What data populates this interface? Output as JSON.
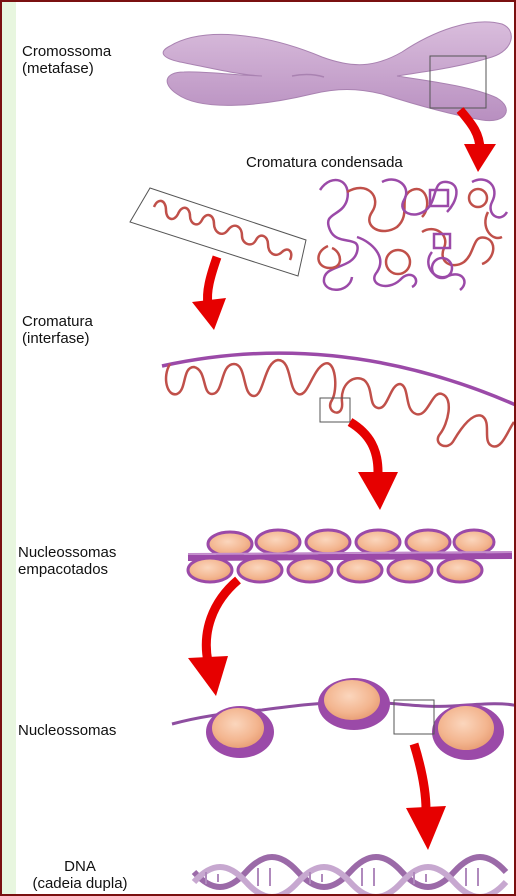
{
  "labels": {
    "chromosome": [
      "Cromossoma",
      "(metafase)"
    ],
    "condensed": "Cromatura condensada",
    "interphase": [
      "Cromatura",
      "(interfase)"
    ],
    "packed": [
      "Nucleossomas",
      "empacotados"
    ],
    "nucleosomes": "Nucleossomas",
    "dna": [
      "DNA",
      "(cadeia dupla)"
    ]
  },
  "colors": {
    "frame": "#7a1010",
    "chromosome": "#c6a3cc",
    "chromatin_loop": "#c0504a",
    "chromatin_purple": "#9b4aa8",
    "histone_core": "#f3b58f",
    "dna_ribbon": "#8e4ea0",
    "arrow": "#e60000",
    "bg_strip": "#e8f6df"
  },
  "icons": [
    "curved-arrow-icon"
  ]
}
